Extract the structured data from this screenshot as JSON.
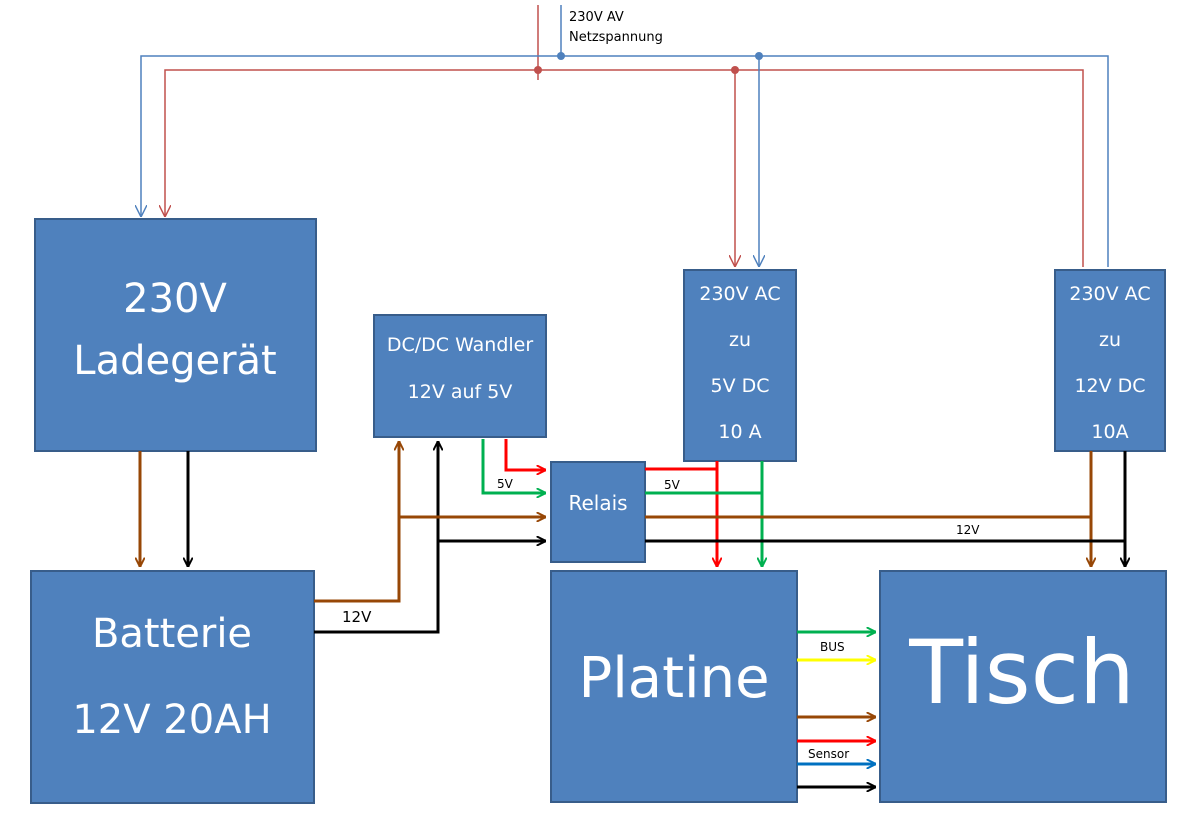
{
  "colors": {
    "box_fill": "#4f81bd",
    "box_stroke": "#385d8a",
    "mains_live": "#c0504d",
    "mains_neutral": "#4f81bd",
    "brown": "#974706",
    "black": "#000000",
    "red": "#ff0000",
    "green": "#00b050",
    "yellow": "#ffff00",
    "blue": "#0070c0"
  },
  "mains": {
    "line1": "230V AV",
    "line2": "Netzspannung"
  },
  "blocks": {
    "ladegeraet": {
      "line1": "230V",
      "line2": "Ladegerät"
    },
    "batterie": {
      "line1": "Batterie",
      "line2": "12V 20AH"
    },
    "dcdc": {
      "line1": "DC/DC Wandler",
      "line2": "12V auf 5V"
    },
    "netzteil5": {
      "line1": "230V AC",
      "line2": "zu",
      "line3": "5V DC",
      "line4": "10 A"
    },
    "netzteil12": {
      "line1": "230V AC",
      "line2": "zu",
      "line3": "12V DC",
      "line4": "10A"
    },
    "relais": {
      "label": "Relais"
    },
    "platine": {
      "label": "Platine"
    },
    "tisch": {
      "label": "Tisch"
    }
  },
  "wire_labels": {
    "batt_12v": "12V",
    "dcdc_5v": "5V",
    "relais_5v": "5V",
    "relais_12v": "12V",
    "bus": "BUS",
    "sensor": "Sensor"
  }
}
